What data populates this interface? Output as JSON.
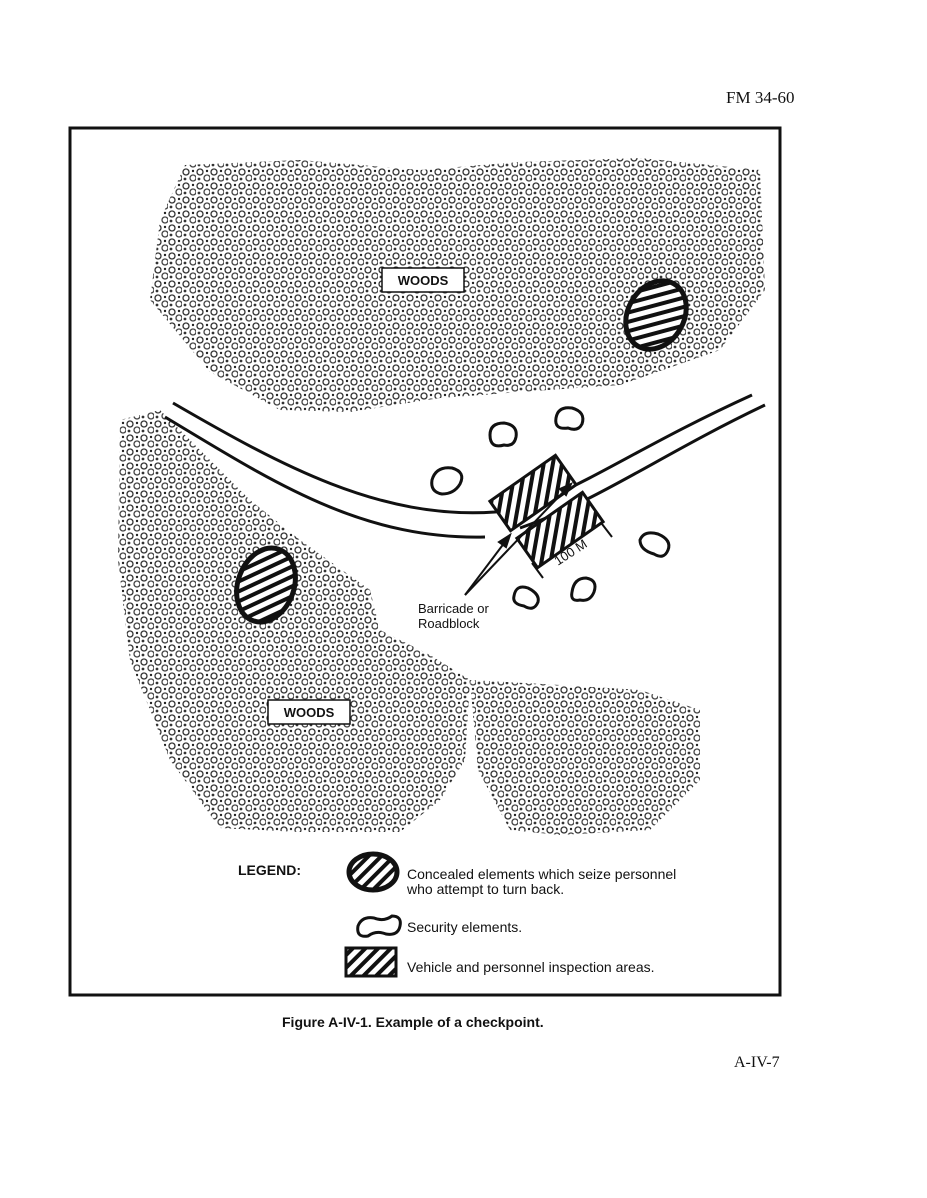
{
  "header": {
    "doc_id": "FM 34-60"
  },
  "figure": {
    "woods_label_top": "WOODS",
    "woods_label_bottom": "WOODS",
    "barricade_label_line1": "Barricade or",
    "barricade_label_line2": "Roadblock",
    "distance_label": "100 M",
    "legend": {
      "title": "LEGEND:",
      "items": [
        {
          "icon": "hatched-oval-icon",
          "text_line1": "Concealed elements which seize personnel",
          "text_line2": "who attempt to turn back."
        },
        {
          "icon": "blob-outline-icon",
          "text_line1": "Security elements."
        },
        {
          "icon": "hatched-rectangle-icon",
          "text_line1": "Vehicle and personnel inspection areas."
        }
      ]
    }
  },
  "caption": "Figure A-IV-1.  Example of a checkpoint.",
  "footer": {
    "page_number": "A-IV-7"
  }
}
